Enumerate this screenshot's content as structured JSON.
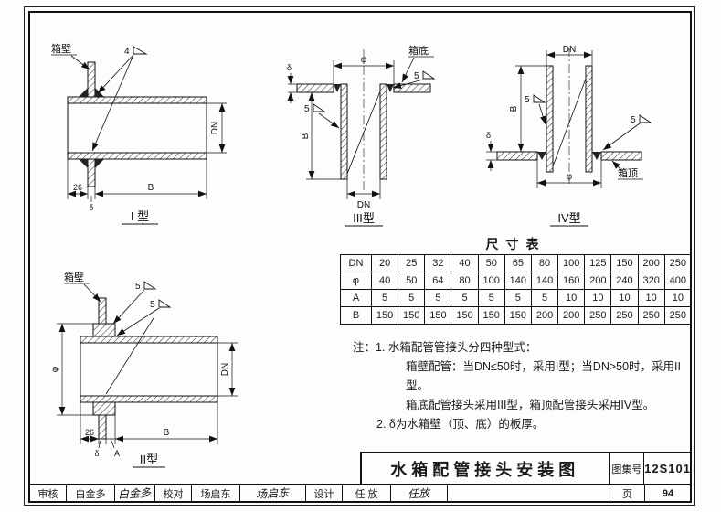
{
  "page": {
    "atlas_label": "图集号",
    "atlas_no": "12S101",
    "page_label": "页",
    "page_no": "94"
  },
  "title_block": {
    "title": "水箱配管接头安装图",
    "review_label": "审核",
    "review_name": "白金多",
    "review_sig": "白金多",
    "check_label": "校对",
    "check_name": "场启东",
    "check_sig": "场启东",
    "design_label": "设计",
    "design_name": "任 放",
    "design_sig": "任放"
  },
  "size_table": {
    "title": "尺寸表",
    "rows": [
      {
        "head": "DN",
        "values": [
          "20",
          "25",
          "32",
          "40",
          "50",
          "65",
          "80",
          "100",
          "125",
          "150",
          "200",
          "250"
        ]
      },
      {
        "head": "φ",
        "values": [
          "40",
          "50",
          "64",
          "80",
          "100",
          "140",
          "140",
          "160",
          "200",
          "240",
          "320",
          "400"
        ]
      },
      {
        "head": "A",
        "values": [
          "5",
          "5",
          "5",
          "5",
          "5",
          "5",
          "5",
          "10",
          "10",
          "10",
          "10",
          "10"
        ]
      },
      {
        "head": "B",
        "values": [
          "150",
          "150",
          "150",
          "150",
          "150",
          "150",
          "200",
          "200",
          "250",
          "250",
          "250",
          "250"
        ]
      }
    ]
  },
  "notes": {
    "line1": "注：1.  水箱配管管接头分四种型式：",
    "line2": "箱壁配管：当DN≤50时，采用I型；当DN>50时，采用II型。",
    "line3": "箱底配管接头采用III型，箱顶配管接头采用IV型。",
    "line4": "2.  δ为水箱壁（顶、底）的板厚。"
  },
  "diagrams": {
    "wall": "箱壁",
    "bottom": "箱底",
    "top": "箱顶",
    "flag4": "4",
    "flag5": "5",
    "dn": "DN",
    "phi": "φ",
    "delta": "δ",
    "a": "A",
    "b": "B",
    "d26": "26",
    "type1_label": "I 型",
    "type2_label": "II型",
    "type3_label": "III型",
    "type4_label": "IV型"
  }
}
